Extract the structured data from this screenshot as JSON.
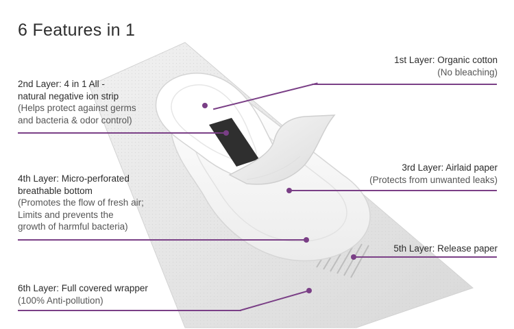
{
  "title": "6 Features in 1",
  "accent_color": "#7a3f86",
  "layers": [
    {
      "heading": "1st Layer: Organic cotton",
      "detail": "(No bleaching)"
    },
    {
      "heading": "2nd Layer: 4 in 1 All - natural negative ion strip",
      "heading_lines": [
        "2nd Layer: 4 in 1 All -",
        "natural negative ion strip"
      ],
      "detail_lines": [
        "(Helps protect against germs",
        "and bacteria & odor control)"
      ]
    },
    {
      "heading": "3rd Layer: Airlaid paper",
      "detail": "(Protects from unwanted leaks)"
    },
    {
      "heading_lines": [
        "4th Layer: Micro-perforated",
        "breathable bottom"
      ],
      "detail_lines": [
        "(Promotes the flow of fresh air;",
        "Limits and prevents the",
        "growth of harmful bacteria)"
      ]
    },
    {
      "heading": "5th Layer: Release paper"
    },
    {
      "heading": "6th Layer: Full covered wrapper",
      "detail": "(100% Anti-pollution)"
    }
  ]
}
